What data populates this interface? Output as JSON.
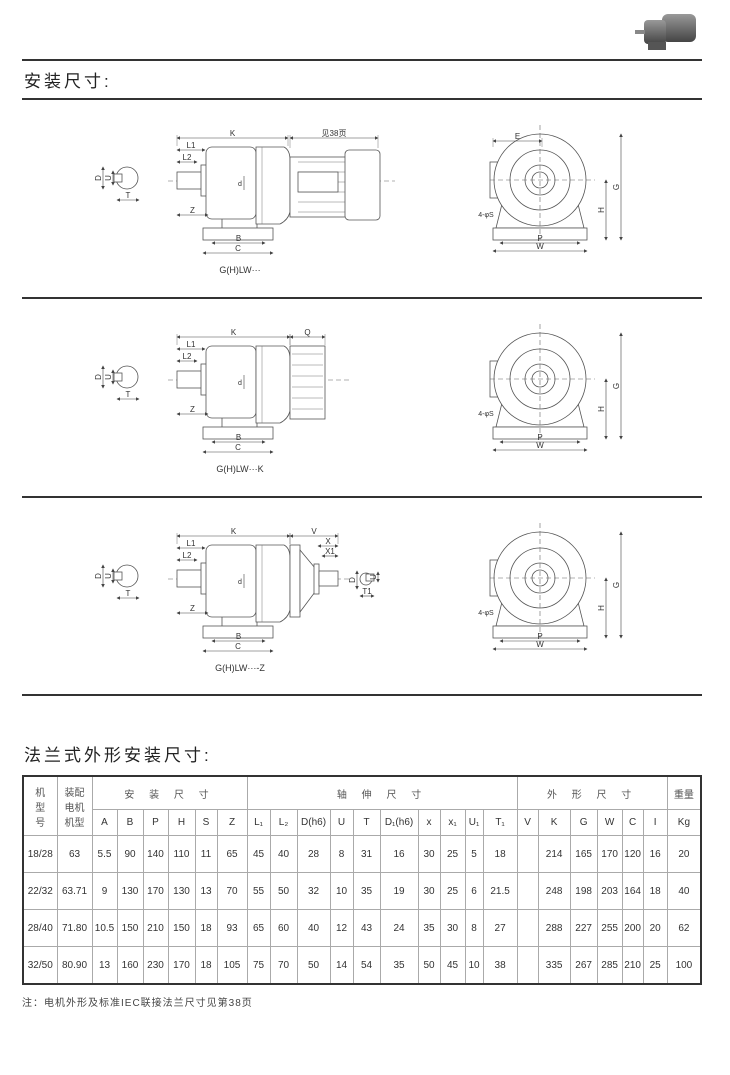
{
  "header": {
    "title": "安装尺寸:",
    "thumbnail": "gear-motor-photo"
  },
  "drawing_labels": {
    "K": "K",
    "L1": "L1",
    "L2": "L2",
    "D": "D",
    "U": "U",
    "T": "T",
    "Z": "Z",
    "B": "B",
    "C": "C",
    "d": "d",
    "E": "E",
    "G": "G",
    "H": "H",
    "S": "4-φS",
    "P": "P",
    "W": "W"
  },
  "drawings": [
    {
      "caption": "G(H)LW···",
      "ext_label": "见38页"
    },
    {
      "caption": "G(H)LW···K",
      "ext_label": "Q"
    },
    {
      "caption": "G(H)LW···-Z",
      "ext_label": "V",
      "x_label": "X",
      "x1_label": "X1",
      "d_label": "D",
      "u_label": "U",
      "t1_label": "T1"
    }
  ],
  "flange_title": "法兰式外形安装尺寸:",
  "table": {
    "group_headers": {
      "model": "机型号",
      "motor": "装配电机机型",
      "install": "安 装 尺 寸",
      "shaft": "轴 伸 尺 寸",
      "outline": "外 形 尺 寸",
      "weight": "重量"
    },
    "columns": [
      "A",
      "B",
      "P",
      "H",
      "S",
      "Z",
      "L₁",
      "L₂",
      "D(h6)",
      "U",
      "T",
      "D₁(h6)",
      "x",
      "x₁",
      "U₁",
      "T₁",
      "V",
      "K",
      "G",
      "W",
      "C",
      "I",
      "Kg"
    ],
    "rows": [
      [
        "18/28",
        "63",
        "5.5",
        "90",
        "140",
        "110",
        "11",
        "65",
        "45",
        "40",
        "28",
        "8",
        "31",
        "16",
        "30",
        "25",
        "5",
        "18",
        "",
        "214",
        "165",
        "170",
        "120",
        "16",
        "20"
      ],
      [
        "22/32",
        "63.71",
        "9",
        "130",
        "170",
        "130",
        "13",
        "70",
        "55",
        "50",
        "32",
        "10",
        "35",
        "19",
        "30",
        "25",
        "6",
        "21.5",
        "",
        "248",
        "198",
        "203",
        "164",
        "18",
        "40"
      ],
      [
        "28/40",
        "71.80",
        "10.5",
        "150",
        "210",
        "150",
        "18",
        "93",
        "65",
        "60",
        "40",
        "12",
        "43",
        "24",
        "35",
        "30",
        "8",
        "27",
        "",
        "288",
        "227",
        "255",
        "200",
        "20",
        "62"
      ],
      [
        "32/50",
        "80.90",
        "13",
        "160",
        "230",
        "170",
        "18",
        "105",
        "75",
        "70",
        "50",
        "14",
        "54",
        "35",
        "50",
        "45",
        "10",
        "38",
        "",
        "335",
        "267",
        "285",
        "210",
        "25",
        "100"
      ]
    ]
  },
  "note": "注：电机外形及标准IEC联接法兰尺寸见第38页"
}
